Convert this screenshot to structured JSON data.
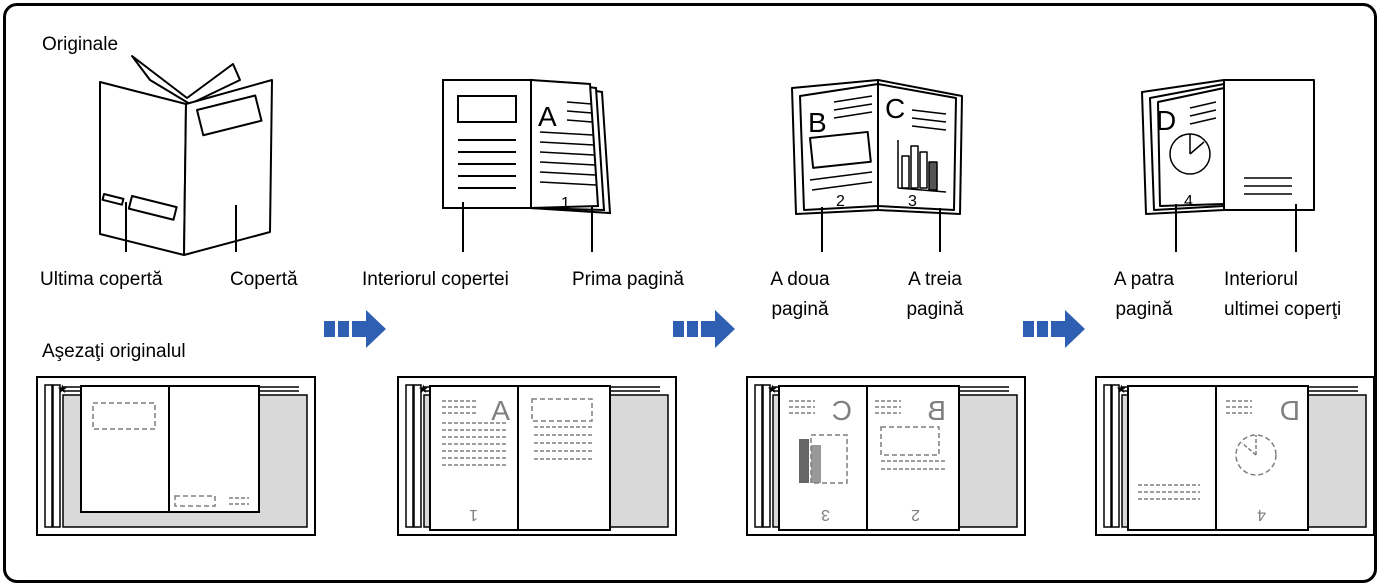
{
  "header": {
    "originals_label": "Originale",
    "place_label": "Aşezaţi originalul"
  },
  "steps": [
    {
      "left_label": "Ultima copertă",
      "right_label": "Copertă"
    },
    {
      "left_label": "Interiorul copertei",
      "right_label": "Prima pagină"
    },
    {
      "left_label_1": "A doua",
      "left_label_2": "pagină",
      "right_label_1": "A treia",
      "right_label_2": "pagină"
    },
    {
      "left_label_1": "A patra",
      "left_label_2": "pagină",
      "right_label_1": "Interiorul",
      "right_label_2": "ultimei coperţi"
    }
  ],
  "page_glyphs": {
    "book2_letter": "A",
    "book2_num": "1",
    "book3_letter_left": "B",
    "book3_num_left": "2",
    "book3_letter_right": "C",
    "book3_num_right": "3",
    "book4_letter": "D",
    "book4_num": "4",
    "scan2_letter": "A",
    "scan2_num": "1",
    "scan3_letter_left": "C",
    "scan3_num_left": "3",
    "scan3_letter_right": "B",
    "scan3_num_right": "2",
    "scan4_letter": "D",
    "scan4_num": "4"
  },
  "colors": {
    "arrow": "#2f5fb3",
    "glass": "#d9d9d9",
    "stroke": "#000000",
    "dash": "#7f7f7f"
  }
}
